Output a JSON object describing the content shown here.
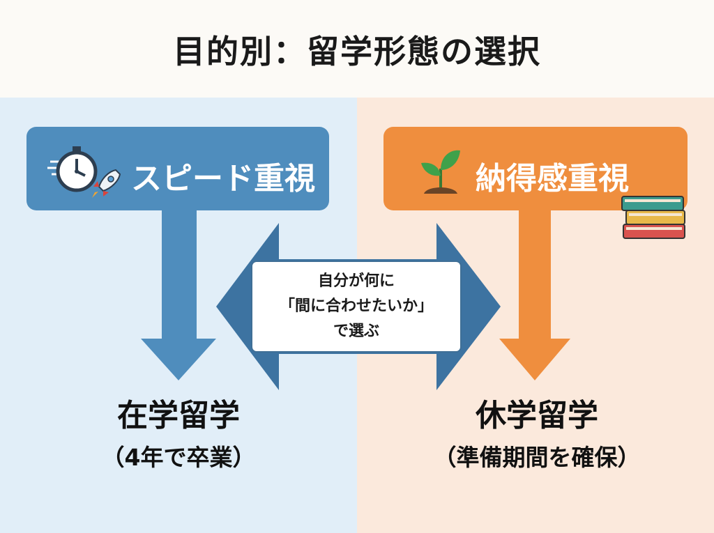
{
  "title": "目的別：留学形態の選択",
  "left": {
    "header": "スピード重視",
    "result_title": "在学留学",
    "result_sub": "（4年で卒業）",
    "color": "#4f8dbd"
  },
  "right": {
    "header": "納得感重視",
    "result_title": "休学留学",
    "result_sub": "（準備期間を確保）",
    "color": "#ef8e3e"
  },
  "center": {
    "line1": "自分が何に",
    "line2": "「間に合わせたいか」",
    "line3": "で選ぶ"
  },
  "icons": {
    "left": [
      "stopwatch-icon",
      "rocket-icon"
    ],
    "right": [
      "sprout-icon",
      "books-icon"
    ]
  }
}
